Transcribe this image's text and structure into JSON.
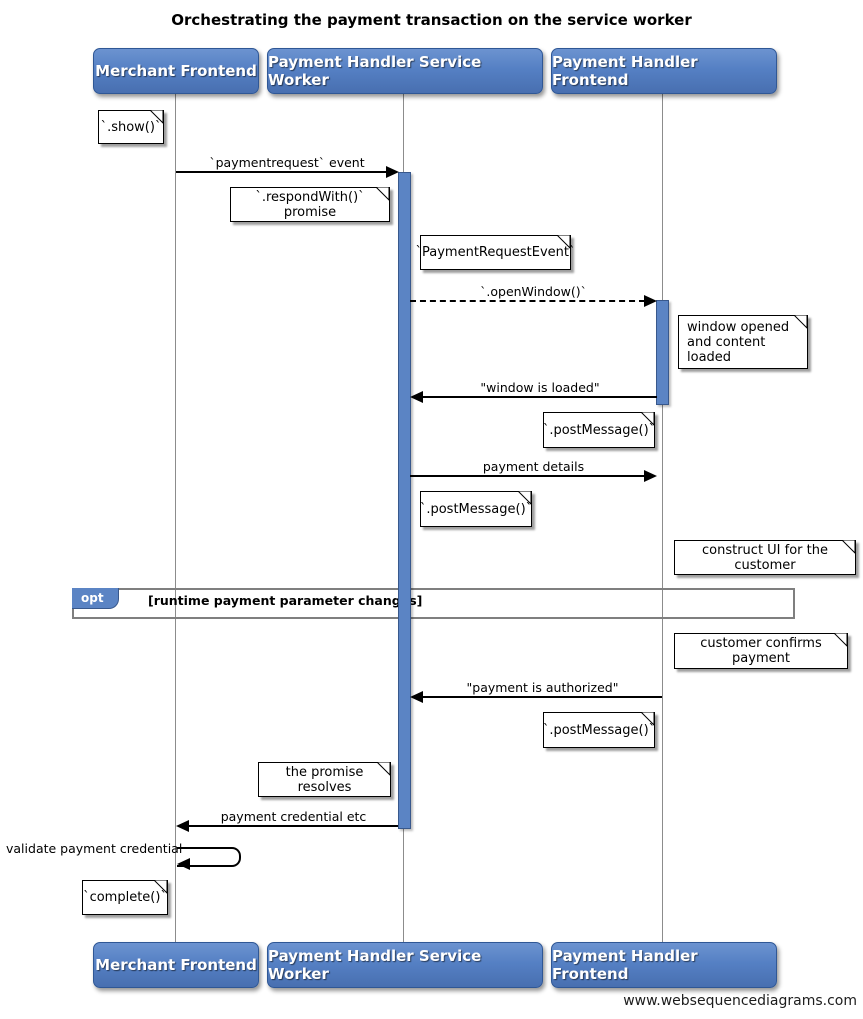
{
  "title": "Orchestrating the payment transaction on the service worker",
  "footer": "www.websequencediagrams.com",
  "actors": [
    {
      "id": "merchant-frontend",
      "label": "Merchant Frontend"
    },
    {
      "id": "payment-handler-service-worker",
      "label": "Payment Handler Service Worker"
    },
    {
      "id": "payment-handler-frontend",
      "label": "Payment Handler Frontend"
    }
  ],
  "messages": [
    {
      "label": "`paymentrequest` event",
      "from": "merchant-frontend",
      "to": "payment-handler-service-worker",
      "style": "solid"
    },
    {
      "label": "`.openWindow()`",
      "from": "payment-handler-service-worker",
      "to": "payment-handler-frontend",
      "style": "dashed"
    },
    {
      "label": "\"window is loaded\"",
      "from": "payment-handler-frontend",
      "to": "payment-handler-service-worker",
      "style": "solid"
    },
    {
      "label": "payment details",
      "from": "payment-handler-service-worker",
      "to": "payment-handler-frontend",
      "style": "solid"
    },
    {
      "label": "\"payment is authorized\"",
      "from": "payment-handler-frontend",
      "to": "payment-handler-service-worker",
      "style": "solid"
    },
    {
      "label": "payment credential etc",
      "from": "payment-handler-service-worker",
      "to": "merchant-frontend",
      "style": "solid"
    },
    {
      "label": "validate payment credential",
      "from": "merchant-frontend",
      "to": "merchant-frontend",
      "style": "self"
    }
  ],
  "notes": [
    {
      "text": "`.show()`",
      "over": "merchant-frontend"
    },
    {
      "text": "`.respondWith()` promise",
      "over": "merchant-frontend"
    },
    {
      "text": "`PaymentRequestEvent`",
      "over": "payment-handler-service-worker"
    },
    {
      "text": "window opened\nand content loaded",
      "over": "payment-handler-frontend"
    },
    {
      "text": "`.postMessage()`",
      "over": "payment-handler-frontend"
    },
    {
      "text": "`.postMessage()`",
      "over": "payment-handler-service-worker"
    },
    {
      "text": "construct UI for the customer",
      "over": "payment-handler-frontend"
    },
    {
      "text": "customer confirms payment",
      "over": "payment-handler-frontend"
    },
    {
      "text": "`.postMessage()`",
      "over": "payment-handler-frontend"
    },
    {
      "text": "the promise resolves",
      "over": "payment-handler-service-worker"
    },
    {
      "text": "`complete()`",
      "over": "merchant-frontend"
    }
  ],
  "fragment": {
    "operator": "opt",
    "guard": "[runtime payment parameter changes]"
  },
  "colors": {
    "actor_fill": "#5580c4",
    "actor_border": "#2f5795",
    "activation_fill": "#5b84c4",
    "frame_border": "#7f7f7f",
    "lifeline": "#8c8c8c"
  }
}
